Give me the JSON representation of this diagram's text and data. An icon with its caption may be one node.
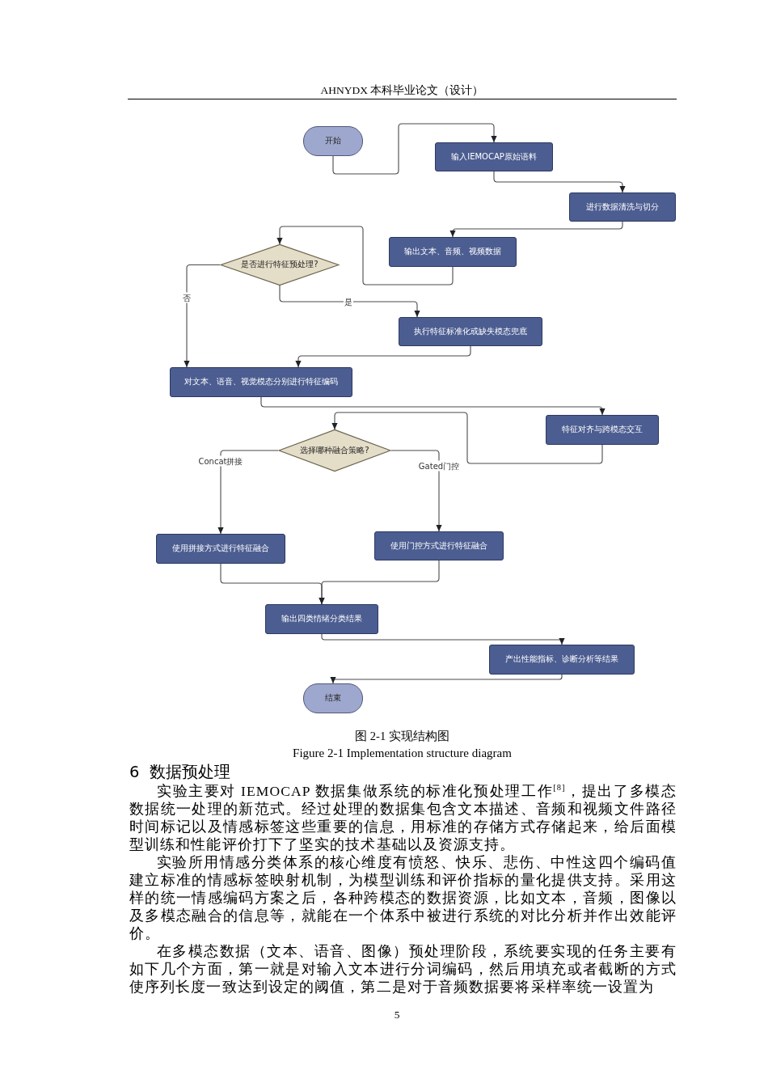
{
  "diagram": {
    "caption": "图 2-1 实现结构图",
    "nodes": [
      {
        "text": [
          "开始"
        ]
      },
      {
        "text": [
          "输入IEMOCAP原始语料"
        ]
      },
      {
        "text": [
          "进行数据清洗与切分"
        ]
      },
      {
        "text": [
          "输出文本、音频、视频数据"
        ]
      },
      {
        "text": [
          "是否进行特征预处理?"
        ]
      },
      {
        "text": [
          "执行特征标准化或缺失模态兜底"
        ]
      },
      {
        "text": [
          "对文本、语音、视觉模态分别进行特征编码"
        ]
      },
      {
        "text": [
          "特征对齐与跨模态交互"
        ]
      },
      {
        "text": [
          "选择哪种融合策略?"
        ]
      },
      {
        "text": [
          "使用拼接方式进行特征融合"
        ]
      },
      {
        "text": [
          "使用门控方式进行特征融合"
        ]
      },
      {
        "text": [
          "输出四类情绪分类结果"
        ]
      },
      {
        "text": [
          "产出性能指标、诊断分析等结果"
        ]
      },
      {
        "text": [
          "结束"
        ]
      }
    ],
    "edges": [
      {
        "from": 0,
        "to": 1,
        "arrow": "to"
      },
      {
        "from": 1,
        "to": 2,
        "arrow": "to"
      },
      {
        "from": 2,
        "to": 3,
        "arrow": "to"
      },
      {
        "from": 3,
        "to": 4,
        "arrow": "to"
      },
      {
        "from": 4,
        "to": 5,
        "arrow": "to",
        "label": "是"
      },
      {
        "from": 4,
        "to": 6,
        "arrow": "to",
        "label": "否"
      },
      {
        "from": 5,
        "to": 6,
        "arrow": "to"
      },
      {
        "from": 6,
        "to": 7,
        "arrow": "to"
      },
      {
        "from": 7,
        "to": 8,
        "arrow": "to"
      },
      {
        "from": 8,
        "to": 9,
        "arrow": "to",
        "label": "Concat拼接"
      },
      {
        "from": 8,
        "to": 10,
        "arrow": "to",
        "label": "Gated门控"
      },
      {
        "from": 9,
        "to": 11,
        "arrow": "to"
      },
      {
        "from": 10,
        "to": 11,
        "arrow": "to"
      },
      {
        "from": 11,
        "to": 12,
        "arrow": "to"
      },
      {
        "from": 12,
        "to": 13,
        "arrow": "to"
      }
    ],
    "labels": [
      "AHNYDX 本科毕业论文（设计）",
      "Figure 2-1 Implementation structure diagram",
      "6 数据预处理",
      "实验主要对 IEMOCAP 数据集做系统的标准化预处理工作$^{[8]}$，提出了多模态数据统一处理的新范式。经过处理的数据集包含文本描述、音频和视频文件路径时间标记以及情感标签这些重要的信息，用标准的存储方式存储起来，给后面模型训练和性能评价打下了坚实的技术基础以及资源支持。",
      "实验所用情感分类体系的核心维度有愤怒、快乐、悲伤、中性这四个编码值建立标准的情感标签映射机制，为模型训练和评价指标的量化提供支持。采用这样的统一情感编码方案之后，各种跨模态的数据资源，比如文本，音频，图像以及多模态融合的信息等，就能在一个体系中被进行系统的对比分析并作出效能评价。",
      "在多模态数据（文本、语音、图像）预处理阶段，系统要实现的任务主要有如下几个方面，第一就是对输入文本进行分词编码，然后用填充或者截断的方式使序列长度一致达到设定的阈值，第二是对于音频数据要将采样率统一设置为",
      "5"
    ]
  }
}
